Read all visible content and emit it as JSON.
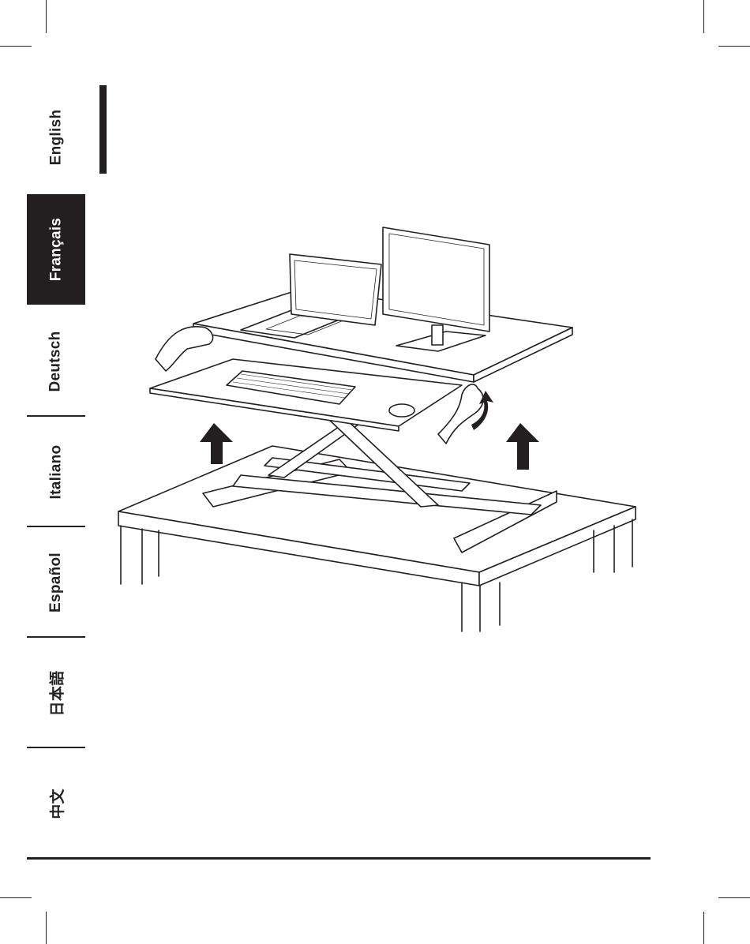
{
  "language_tabs": [
    {
      "label": "English",
      "active": false
    },
    {
      "label": "Français",
      "active": true
    },
    {
      "label": "Deutsch",
      "active": false
    },
    {
      "label": "Italiano",
      "active": false
    },
    {
      "label": "Español",
      "active": false
    },
    {
      "label": "日本語",
      "active": false
    },
    {
      "label": "中文",
      "active": false
    }
  ],
  "colors": {
    "ink": "#231f20",
    "active_tab_bg": "#231f20",
    "active_tab_text": "#ffffff",
    "page_bg": "#ffffff"
  },
  "illustration": {
    "icon": "standing-desk-converter-raise-illustration"
  }
}
